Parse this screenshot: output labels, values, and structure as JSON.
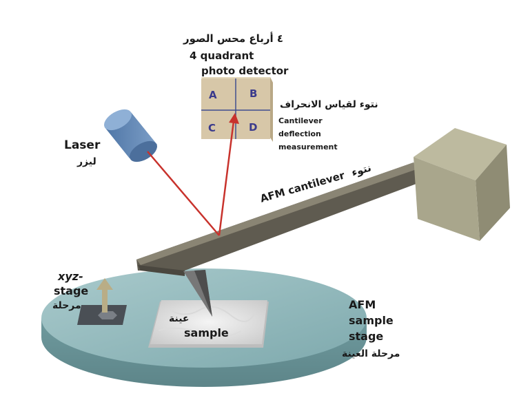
{
  "detector": {
    "label_ar": "٤ أرباع محس الصور",
    "label_en_1": "4 quadrant",
    "label_en_2": "photo detector",
    "quadrants": [
      "A",
      "B",
      "C",
      "D"
    ]
  },
  "deflection": {
    "label_ar": "نتوء لقياس الانحراف",
    "label_en_1": "Cantilever",
    "label_en_2": "deflection",
    "label_en_3": "measurement"
  },
  "laser": {
    "label_en": "Laser",
    "label_ar": "ليزر"
  },
  "cantilever": {
    "label_en": "AFM cantilever",
    "label_ar": "نتوء"
  },
  "xyz_stage": {
    "label_en_1": "xyz-",
    "label_en_2": "stage",
    "label_ar": "مرحلة"
  },
  "sample": {
    "label_ar": "عينة",
    "label_en": "sample"
  },
  "sample_stage": {
    "label_en_1": "AFM",
    "label_en_2": "sample",
    "label_en_3": "stage",
    "label_ar": "مرحلة العينة"
  },
  "colors": {
    "beam": "#c8322c",
    "stage_disc": "#8fb6b9",
    "cantilever": "#6e6a5c",
    "detector": "#d7c7a8",
    "laser_body": "#5f86b3",
    "block": "#a9a68c"
  }
}
